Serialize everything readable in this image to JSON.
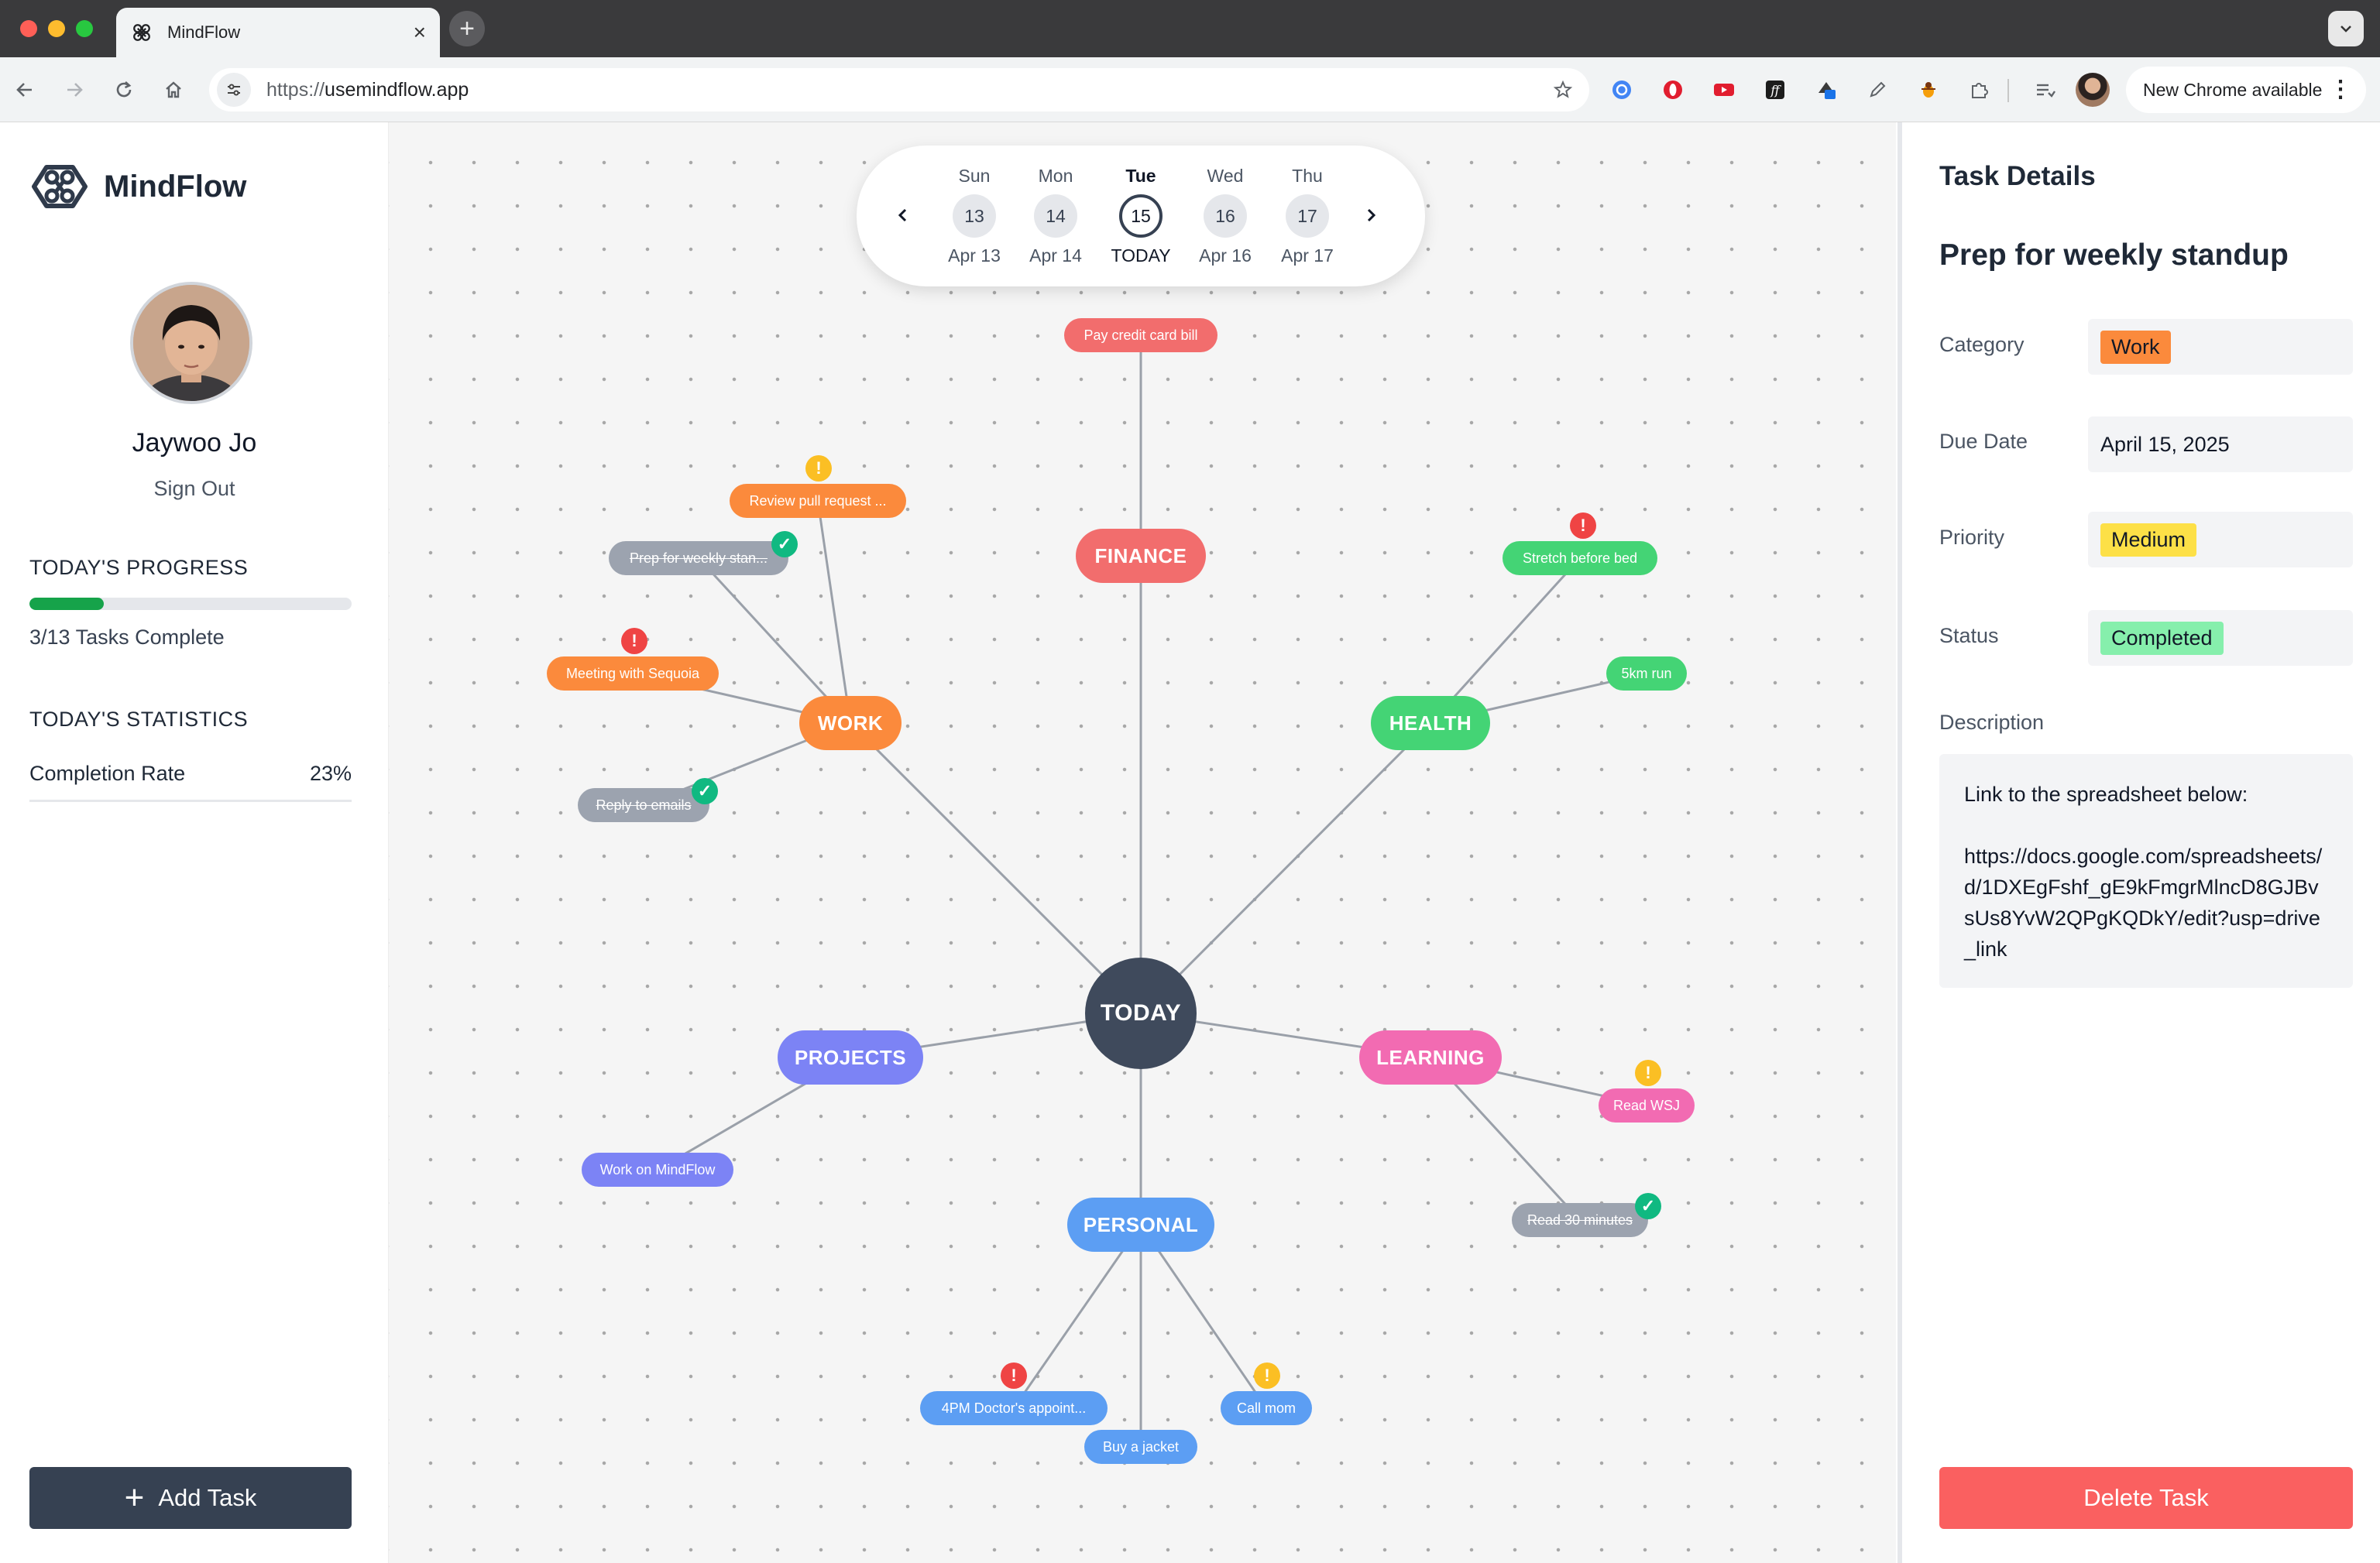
{
  "browser": {
    "tab_title": "MindFlow",
    "url_scheme": "https://",
    "url_host": "usemindflow.app",
    "update_label": "New Chrome available"
  },
  "app": {
    "name": "MindFlow",
    "user": {
      "name": "Jaywoo Jo",
      "sign_out": "Sign Out"
    },
    "progress": {
      "title": "TODAY'S PROGRESS",
      "text": "3/13 Tasks Complete",
      "completed": 3,
      "total": 13
    },
    "statistics": {
      "title": "TODAY'S STATISTICS",
      "completion_label": "Completion Rate",
      "completion_value": "23%"
    },
    "add_task_label": "Add Task"
  },
  "calendar": {
    "days": [
      {
        "dow": "Sun",
        "num": "13",
        "sub": "Apr 13",
        "today": false
      },
      {
        "dow": "Mon",
        "num": "14",
        "sub": "Apr 14",
        "today": false
      },
      {
        "dow": "Tue",
        "num": "15",
        "sub": "TODAY",
        "today": true
      },
      {
        "dow": "Wed",
        "num": "16",
        "sub": "Apr 16",
        "today": false
      },
      {
        "dow": "Thu",
        "num": "17",
        "sub": "Apr 17",
        "today": false
      }
    ]
  },
  "mindmap": {
    "center": "TODAY",
    "categories": {
      "finance": {
        "label": "FINANCE",
        "color": "#f26d6d"
      },
      "health": {
        "label": "HEALTH",
        "color": "#44d475"
      },
      "work": {
        "label": "WORK",
        "color": "#fb8a3c"
      },
      "projects": {
        "label": "PROJECTS",
        "color": "#7c83f5"
      },
      "learning": {
        "label": "LEARNING",
        "color": "#f26bb2"
      },
      "personal": {
        "label": "PERSONAL",
        "color": "#5c9ef3"
      }
    },
    "tasks": {
      "pay_credit": {
        "label": "Pay credit card bill",
        "category": "finance",
        "completed": false,
        "priority": null
      },
      "stretch": {
        "label": "Stretch before bed",
        "category": "health",
        "completed": false,
        "priority": "high"
      },
      "run": {
        "label": "5km run",
        "category": "health",
        "completed": false,
        "priority": null
      },
      "review_pr": {
        "label": "Review pull request ...",
        "category": "work",
        "completed": false,
        "priority": "medium"
      },
      "prep_standup": {
        "label": "Prep for weekly stan...",
        "category": "work",
        "completed": true,
        "priority": null
      },
      "meeting": {
        "label": "Meeting with Sequoia",
        "category": "work",
        "completed": false,
        "priority": "high"
      },
      "reply_emails": {
        "label": "Reply to emails",
        "category": "work",
        "completed": true,
        "priority": null
      },
      "mindflow": {
        "label": "Work on MindFlow",
        "category": "projects",
        "completed": false,
        "priority": null
      },
      "read_wsj": {
        "label": "Read WSJ",
        "category": "learning",
        "completed": false,
        "priority": "medium"
      },
      "read_30": {
        "label": "Read 30 minutes",
        "category": "learning",
        "completed": true,
        "priority": null
      },
      "doctor": {
        "label": "4PM Doctor's appoint...",
        "category": "personal",
        "completed": false,
        "priority": "high"
      },
      "jacket": {
        "label": "Buy a jacket",
        "category": "personal",
        "completed": false,
        "priority": null
      },
      "call_mom": {
        "label": "Call mom",
        "category": "personal",
        "completed": false,
        "priority": "medium"
      }
    }
  },
  "details": {
    "panel_title": "Task Details",
    "task_title": "Prep for weekly standup",
    "category_label": "Category",
    "category_value": "Work",
    "category_color": "#fb8a3c",
    "due_label": "Due Date",
    "due_value": "April 15, 2025",
    "priority_label": "Priority",
    "priority_value": "Medium",
    "priority_color": "#fde047",
    "status_label": "Status",
    "status_value": "Completed",
    "status_color": "#86efac",
    "description_label": "Description",
    "description": "Link to the spreadsheet below:\n\nhttps://docs.google.com/spreadsheets/d/1DXEgFshf_gE9kFmgrMlncD8GJBvsUs8YvW2QPgKQDkY/edit?usp=drive_link",
    "delete_label": "Delete Task"
  },
  "colors": {
    "done": "#9ca3af",
    "badge_high": "#ef4444",
    "badge_medium": "#fbbf24",
    "badge_done": "#10b981"
  }
}
